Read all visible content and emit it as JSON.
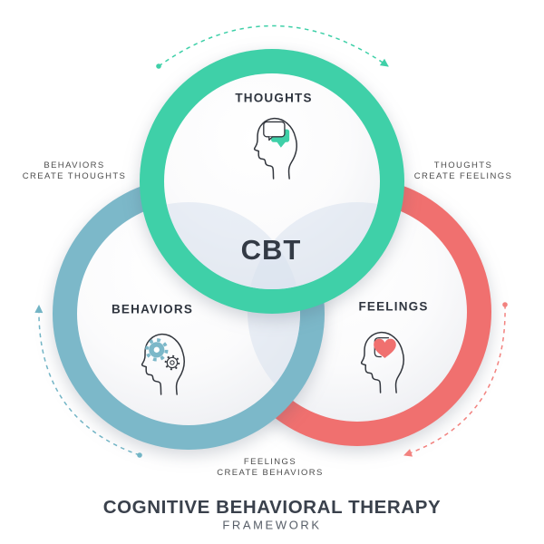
{
  "diagram": {
    "center_label": "CBT",
    "circles": [
      {
        "label": "THOUGHTS",
        "color": "#3fd0a8",
        "icon": "head-speech-bubble-icon"
      },
      {
        "label": "BEHAVIORS",
        "color": "#7cb8c9",
        "icon": "head-gears-icon"
      },
      {
        "label": "FEELINGS",
        "color": "#f0706f",
        "icon": "head-heart-icon"
      }
    ],
    "relations": {
      "left": {
        "line1": "BEHAVIORS",
        "line2": "CREATE THOUGHTS"
      },
      "right": {
        "line1": "THOUGHTS",
        "line2": "CREATE FEELINGS"
      },
      "bottom": {
        "line1": "FEELINGS",
        "line2": "CREATE BEHAVIORS"
      }
    },
    "arrows": {
      "top": {
        "color": "#3fd0a8"
      },
      "left": {
        "color": "#72b4c5"
      },
      "right": {
        "color": "#f2827f"
      }
    },
    "footer": {
      "title": "COGNITIVE BEHAVIORAL THERAPY",
      "subtitle": "FRAMEWORK"
    },
    "accent_colors": {
      "overlap_tint": "#d9e1ef",
      "outline_dark": "#32363d",
      "text_dark": "#2f353f"
    }
  }
}
